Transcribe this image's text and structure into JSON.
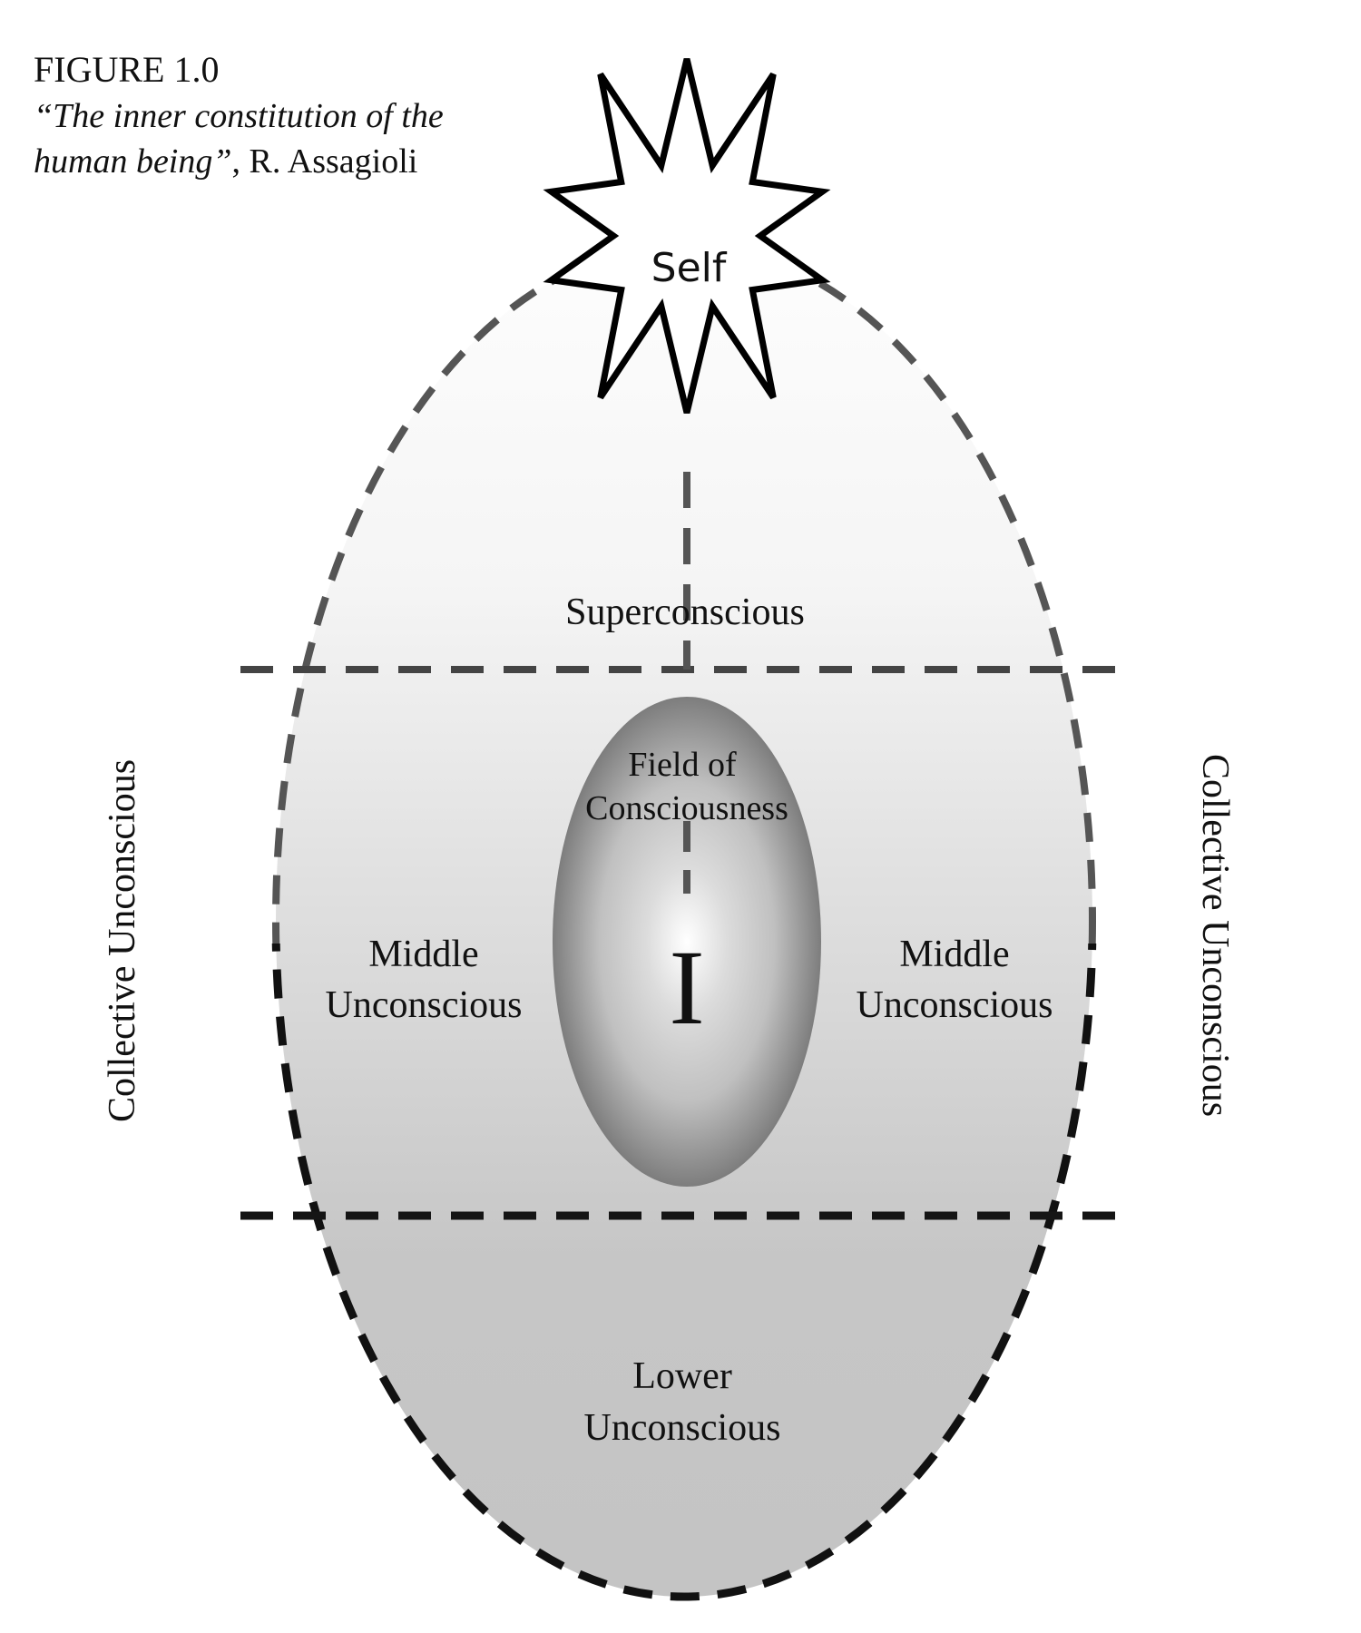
{
  "caption": {
    "figure_label": "FIGURE 1.0",
    "title_line1": "“The inner constitution of the",
    "title_line2_italic": "human being”",
    "title_line2_rest": ", R. Assagioli"
  },
  "labels": {
    "self": "Self",
    "superconscious": "Superconscious",
    "field_line1": "Field of",
    "field_line2": "Consciousness",
    "i": "I",
    "middle_left_line1": "Middle",
    "middle_left_line2": "Unconscious",
    "middle_right_line1": "Middle",
    "middle_right_line2": "Unconscious",
    "lower_line1": "Lower",
    "lower_line2": "Unconscious",
    "collective_left": "Collective Unconscious",
    "collective_right": "Collective Unconscious"
  },
  "colors": {
    "egg_top": "#fbfbfb",
    "egg_bottom": "#c4c4c4",
    "dash_upper": "#555555",
    "dash_lower": "#111111",
    "field_center": "#ffffff",
    "field_edge": "#7f7f7f"
  }
}
